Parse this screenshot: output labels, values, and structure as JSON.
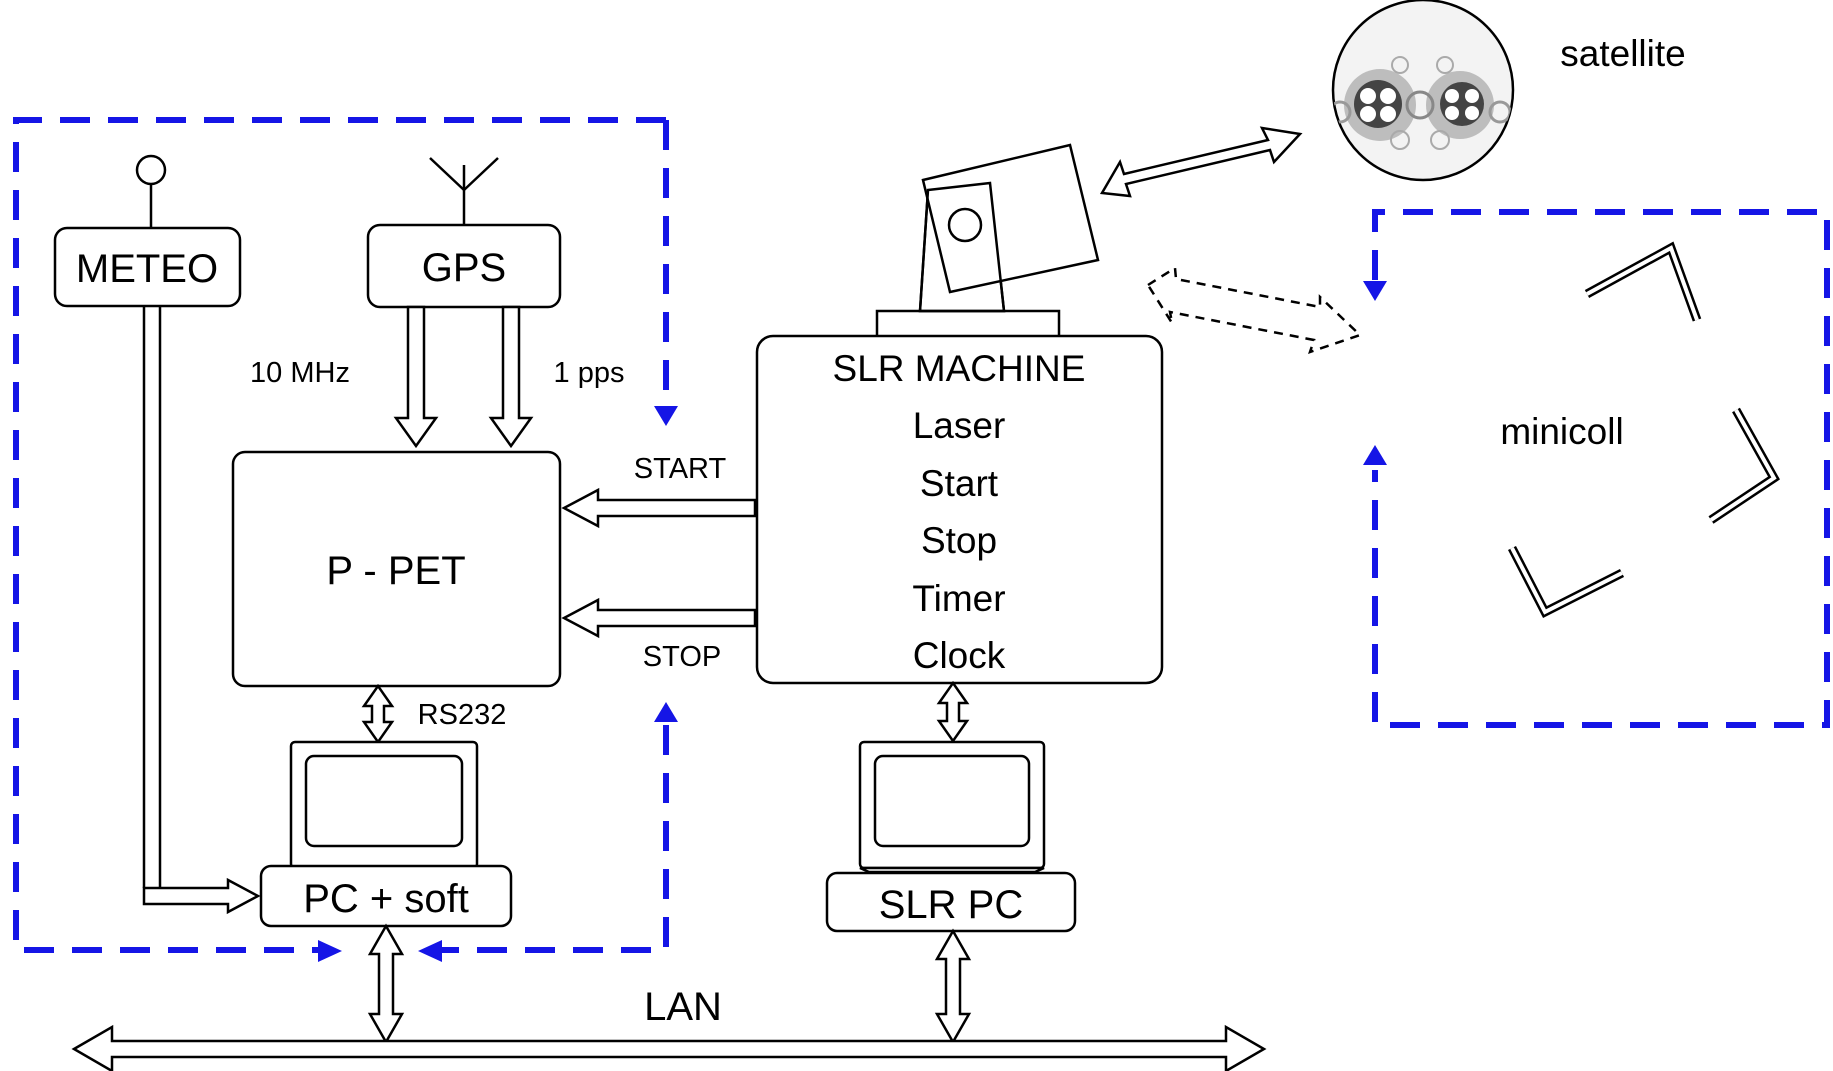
{
  "labels": {
    "meteo": "METEO",
    "gps": "GPS",
    "freq_10mhz": "10 MHz",
    "pps": "1 pps",
    "ppet": "P - PET",
    "start_signal": "START",
    "stop_signal": "STOP",
    "rs232": "RS232",
    "pc_soft": "PC + soft",
    "slr_machine_lines": [
      "SLR MACHINE",
      "Laser",
      "Start",
      "Stop",
      "Timer",
      "Clock"
    ],
    "slr_pc": "SLR PC",
    "lan": "LAN",
    "satellite": "satellite",
    "minicoll": "minicoll"
  },
  "colors": {
    "dashed_boundary": "#1515e6",
    "lines": "#000000",
    "background": "#ffffff"
  }
}
